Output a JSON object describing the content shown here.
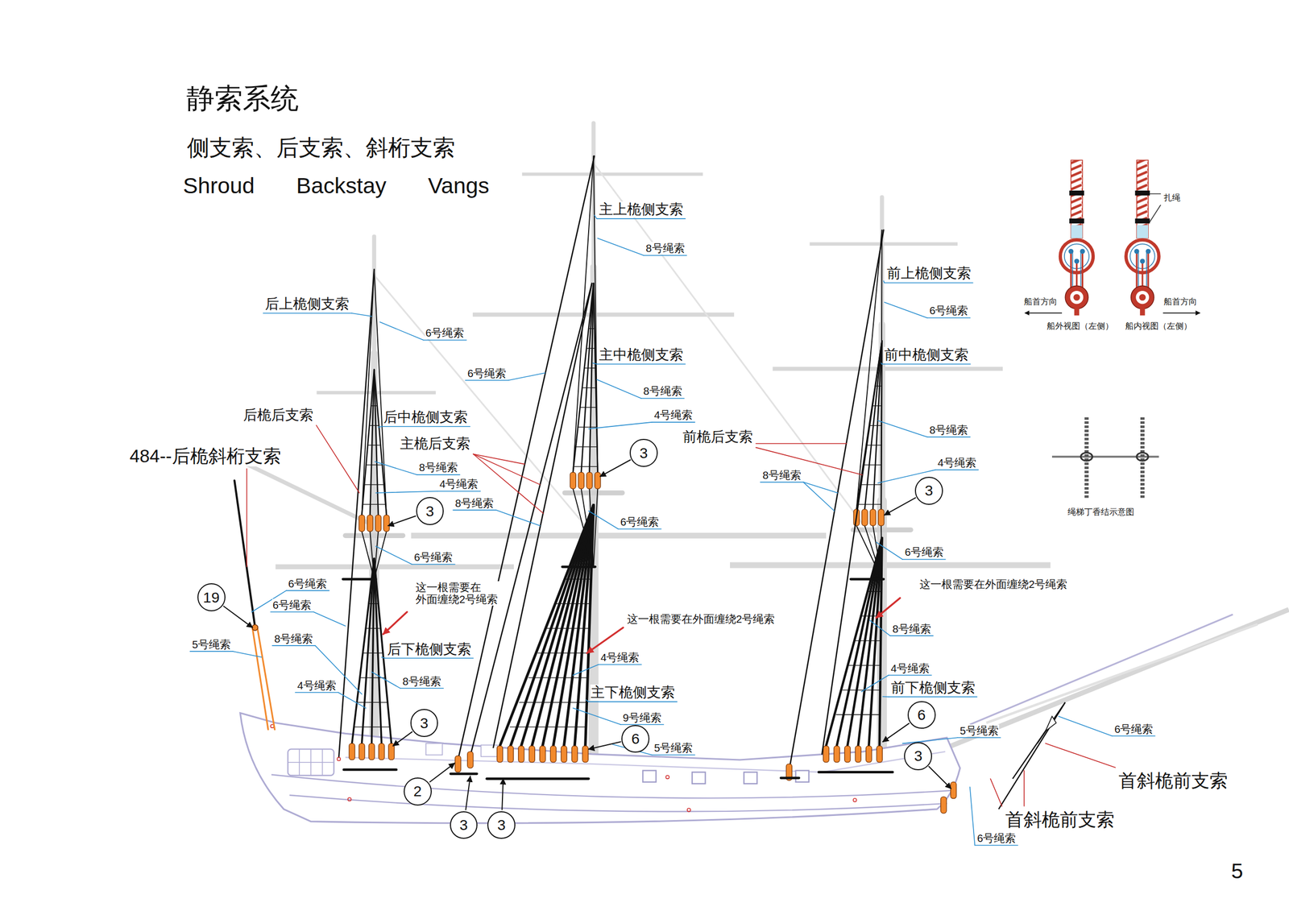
{
  "diagram": {
    "title": "静索系统",
    "nodes": [
      {
        "text": [
          "3"
        ]
      },
      {
        "text": [
          "3"
        ]
      },
      {
        "text": [
          "3"
        ]
      },
      {
        "text": [
          "19"
        ]
      },
      {
        "text": [
          "6"
        ]
      },
      {
        "text": [
          "3"
        ]
      },
      {
        "text": [
          "6"
        ]
      },
      {
        "text": [
          "3"
        ]
      },
      {
        "text": [
          "2"
        ]
      },
      {
        "text": [
          "3"
        ]
      },
      {
        "text": [
          "3"
        ]
      }
    ],
    "labels": [
      "侧支索、后支索、斜桁支索",
      "Shroud Backstay Vangs",
      "主上桅侧支索",
      "8号绳索",
      "前上桅侧支索",
      "后上桅侧支索",
      "6号绳索",
      "6号绳索",
      "主中桅侧支索",
      "前中桅侧支索",
      "6号绳索",
      "8号绳索",
      "后桅后支索",
      "4号绳索",
      "后中桅侧支索",
      "8号绳索",
      "前桅后支索",
      "主桅后支索",
      "484--后桅斜桁支索",
      "4号绳索",
      "8号绳索",
      "8号绳索",
      "4号绳索",
      "8号绳索",
      "6号绳索",
      "6号绳索",
      "6号绳索",
      "6号绳索",
      "这一根需要在外面缠绕2号绳索",
      "这一根需要在 外面缠绕2号绳索",
      "6号绳索",
      "这一根需要在外面缠绕2号绳索",
      "8号绳索",
      "8号绳索",
      "5号绳索",
      "后下桅侧支索",
      "4号绳索",
      "4号绳索",
      "8号绳索",
      "4号绳索",
      "前下桅侧支索",
      "主下桅侧支索",
      "9号绳索",
      "6号绳索",
      "5号绳索",
      "5号绳索",
      "首斜桅前支索",
      "首斜桅前支索",
      "6号绳索",
      "扎绳",
      "船首方向",
      "船首方向",
      "船外视图（左侧）",
      "船内视图（左侧）",
      "绳梯丁香结示意图",
      "5"
    ]
  }
}
